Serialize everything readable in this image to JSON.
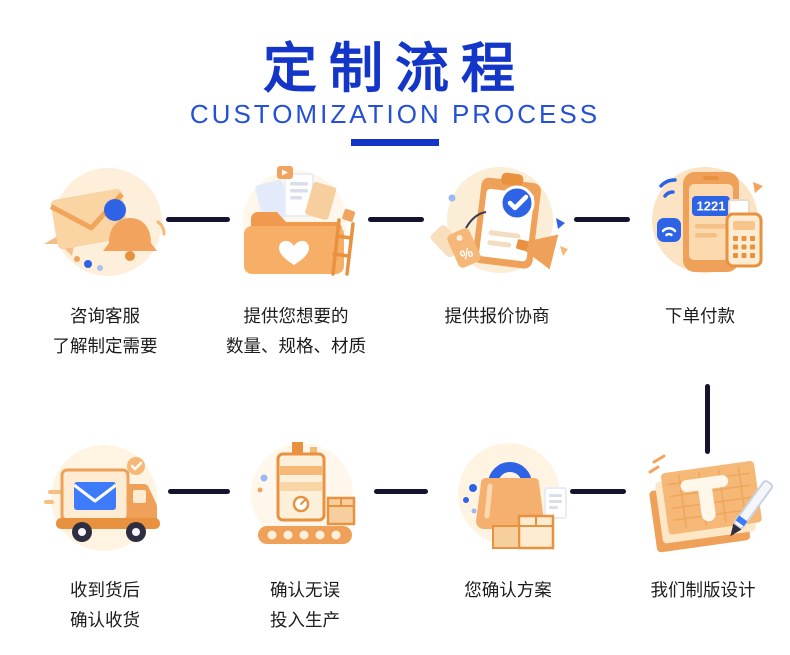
{
  "header": {
    "title": "定制流程",
    "subtitle": "CUSTOMIZATION PROCESS"
  },
  "palette": {
    "accent_blue": "#1336C9",
    "illustration_orange": "#F0A159",
    "illustration_peach": "#FDEBD2",
    "connector_dark": "#14142E"
  },
  "phone_display": "1221",
  "decor": {
    "tag_percent": "%"
  },
  "steps": [
    {
      "icon": "consult-service-icon",
      "label_lines": [
        "咨询客服",
        "了解制定需要"
      ]
    },
    {
      "icon": "requirements-folder-icon",
      "label_lines": [
        "提供您想要的",
        "数量、规格、材质"
      ]
    },
    {
      "icon": "quote-negotiation-icon",
      "label_lines": [
        "提供报价协商"
      ]
    },
    {
      "icon": "order-payment-icon",
      "label_lines": [
        "下单付款"
      ]
    },
    {
      "icon": "delivery-truck-icon",
      "label_lines": [
        "收到货后",
        "确认收货"
      ]
    },
    {
      "icon": "production-machine-icon",
      "label_lines": [
        "确认无误",
        "投入生产"
      ]
    },
    {
      "icon": "plan-confirm-icon",
      "label_lines": [
        "您确认方案"
      ]
    },
    {
      "icon": "design-drafting-icon",
      "label_lines": [
        "我们制版设计"
      ]
    }
  ]
}
